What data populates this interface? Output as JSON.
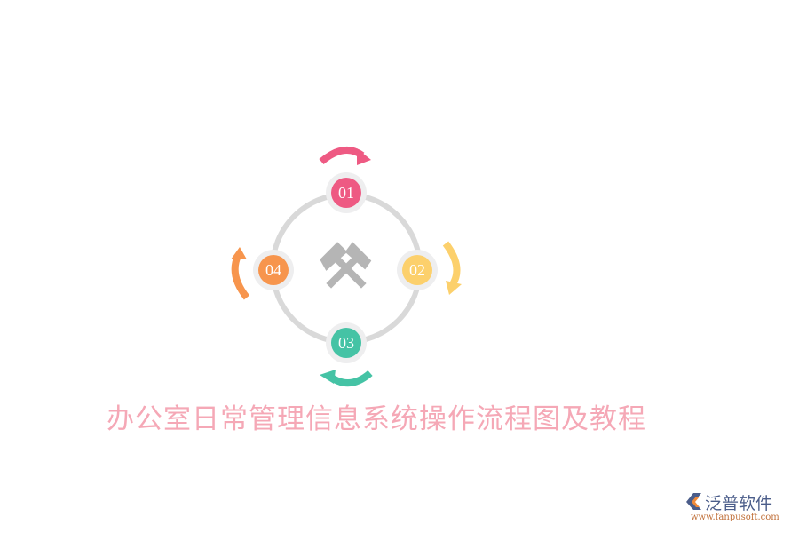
{
  "title": "办公室日常管理信息系统操作流程图及教程",
  "center_icon": "crossed-hammers-icon",
  "steps": [
    {
      "label": "01",
      "color": "#ee5a83"
    },
    {
      "label": "02",
      "color": "#fcd06c"
    },
    {
      "label": "03",
      "color": "#45c3a5"
    },
    {
      "label": "04",
      "color": "#f7954d"
    }
  ],
  "colors": {
    "ring": "#d9d9d9",
    "node_bg": "#eeeeef",
    "icon": "#b5b5b5",
    "title": "#f5a8b6"
  },
  "logo": {
    "brand": "泛普软件",
    "url": "www.fanpusoft.com"
  }
}
